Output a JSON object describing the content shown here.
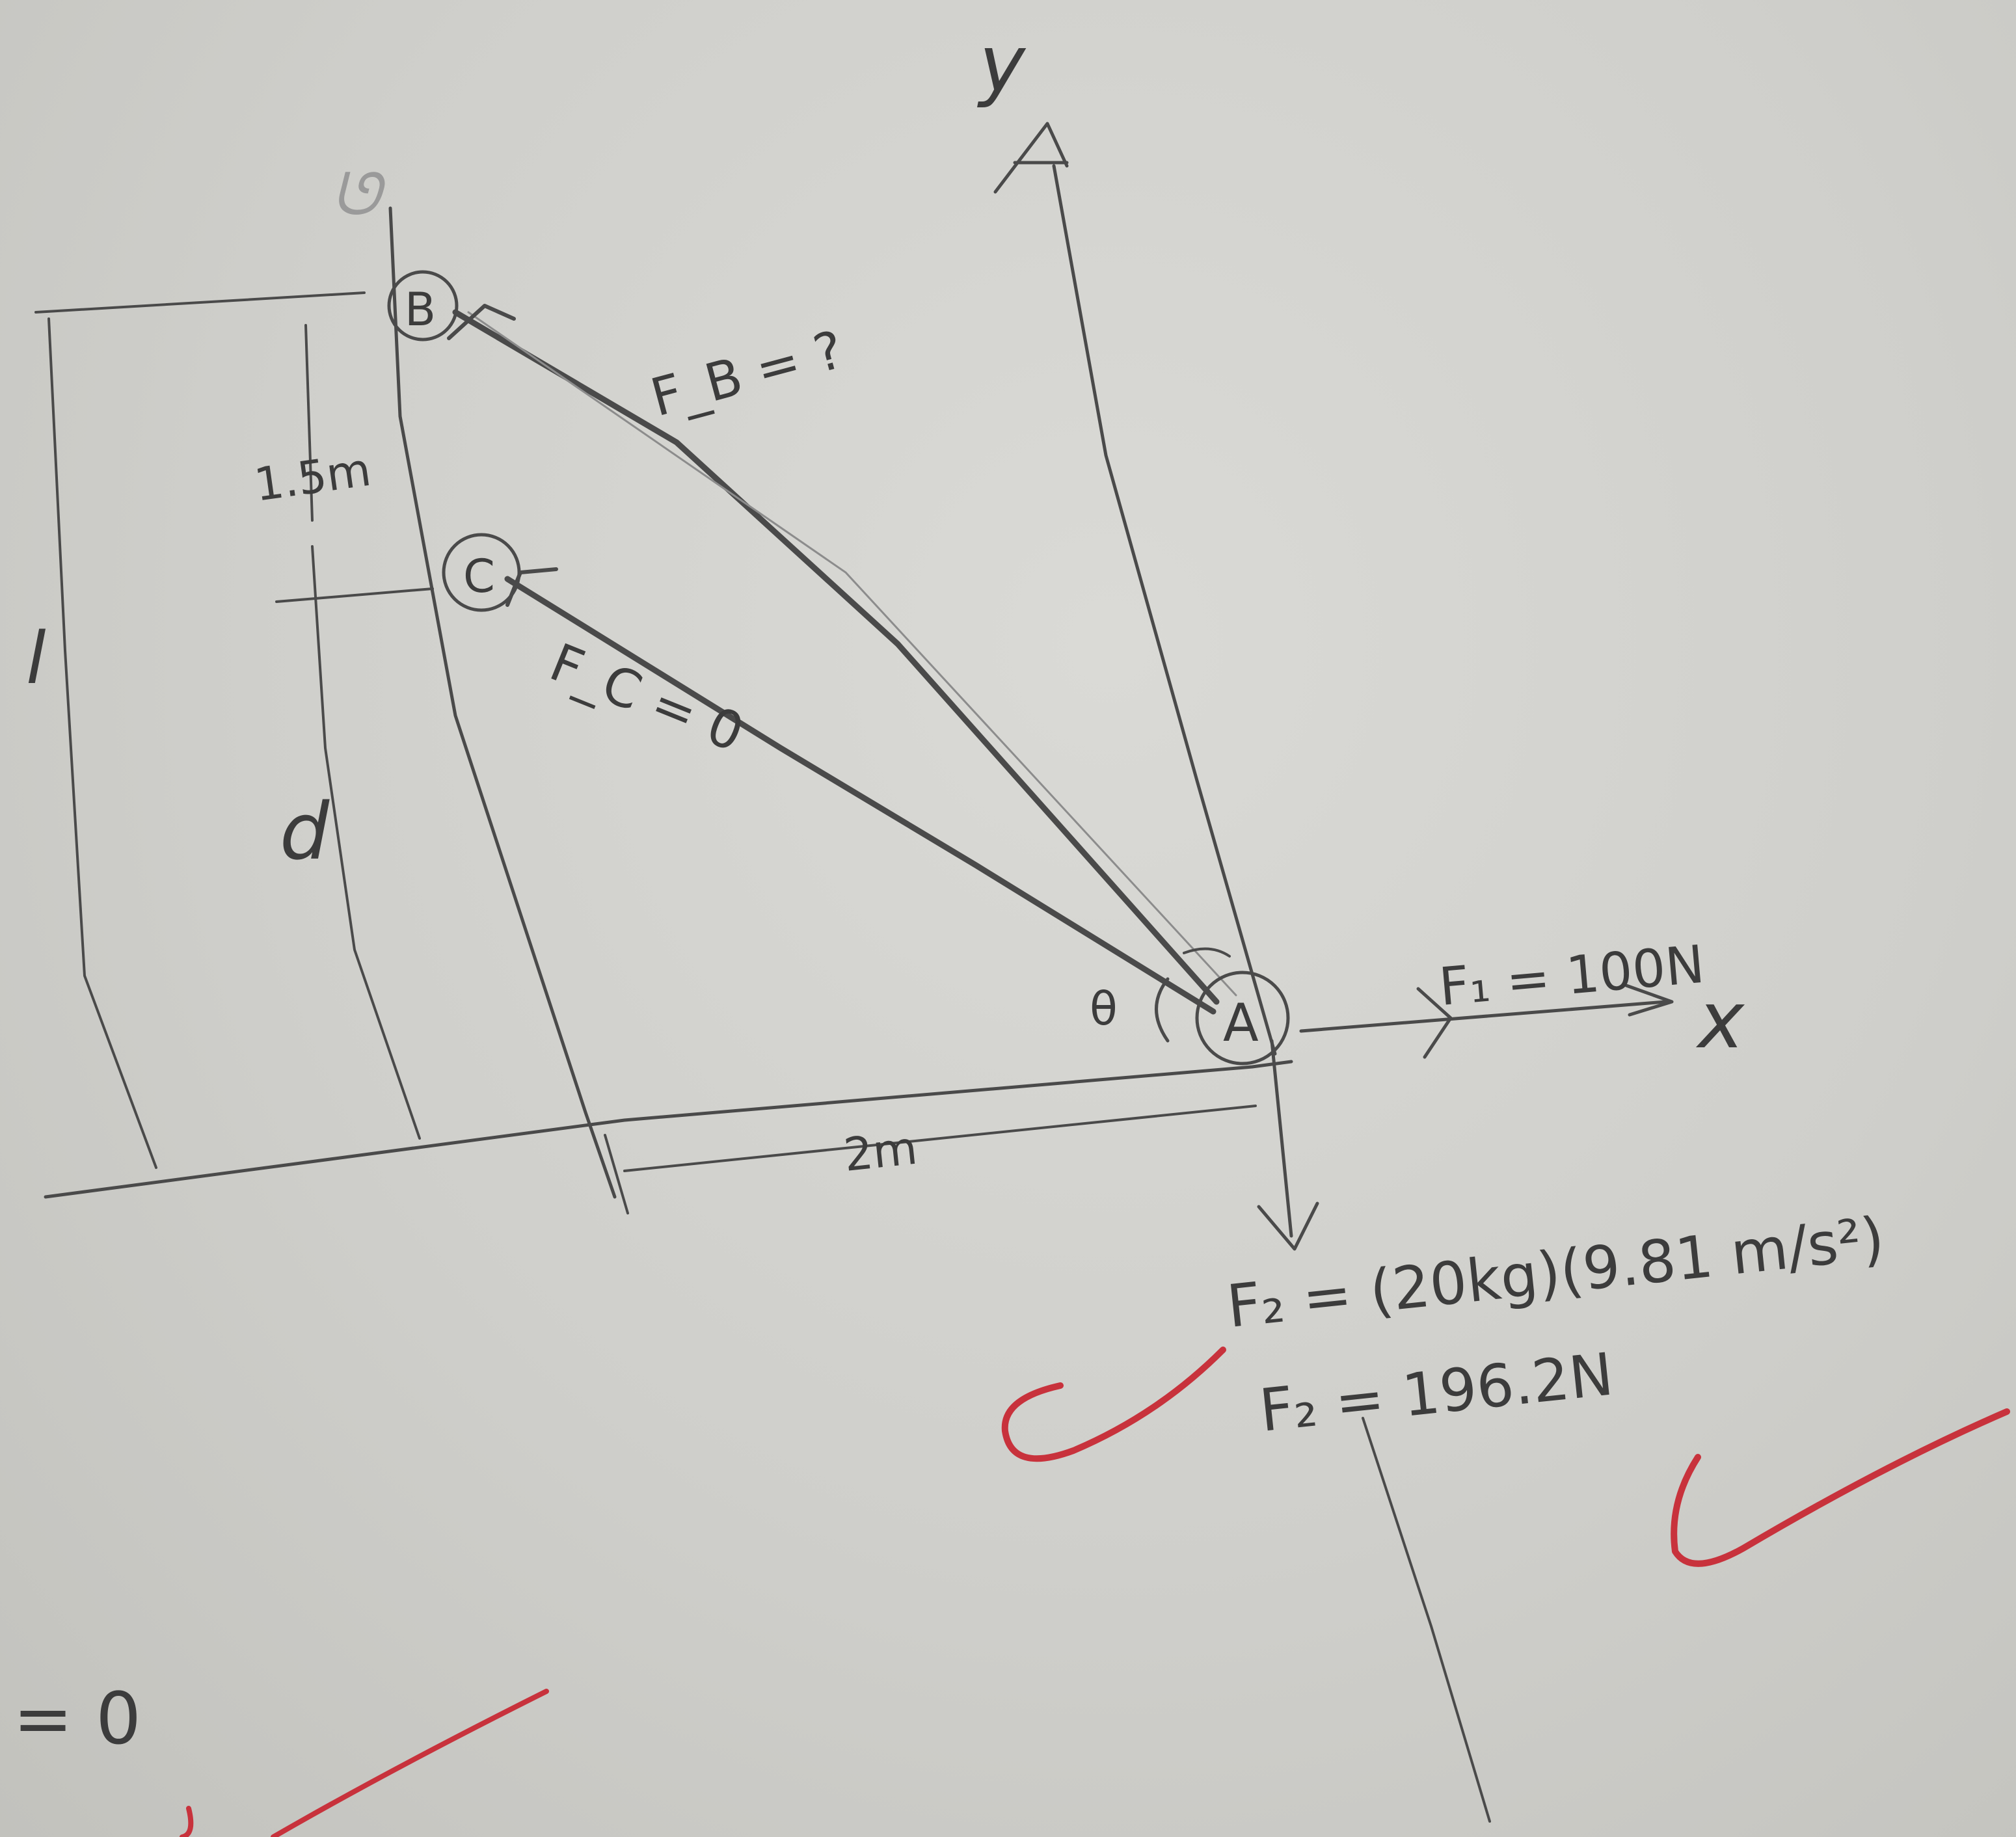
{
  "labels": {
    "y_axis": "y",
    "x_axis": "x",
    "point_b": "B",
    "point_c": "C",
    "point_a": "A",
    "angle": "θ",
    "force_b": "F_B = ?",
    "force_c": "F_C = 0",
    "force_1": "F₁ = 100N",
    "length_l": "l",
    "length_d": "d",
    "dim_bc": "1.5m",
    "dim_horizontal": "2m",
    "force_2_eq": "F₂ = (20kg)(9.81 m/s²)",
    "force_2_result": "F₂ = 196.2N",
    "bottom_left": "= 0"
  },
  "colors": {
    "pencil": "#4a4a4a",
    "red_check": "#c8323c",
    "paper": "#d6d6d2"
  }
}
